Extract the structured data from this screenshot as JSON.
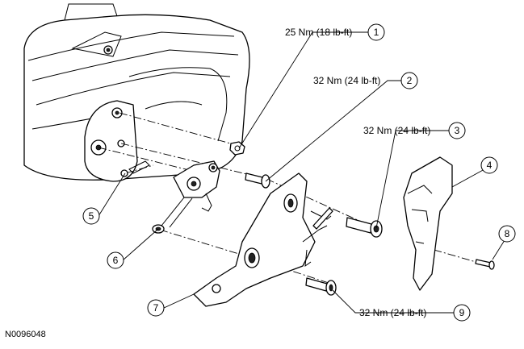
{
  "figure_id": "N0096048",
  "callouts": [
    {
      "num": "1",
      "torque": "25 Nm (18 lb-ft)"
    },
    {
      "num": "2",
      "torque": "32 Nm (24 lb-ft)"
    },
    {
      "num": "3",
      "torque": "32 Nm (24 lb-ft)"
    },
    {
      "num": "4",
      "torque": ""
    },
    {
      "num": "5",
      "torque": ""
    },
    {
      "num": "6",
      "torque": ""
    },
    {
      "num": "7",
      "torque": ""
    },
    {
      "num": "8",
      "torque": ""
    },
    {
      "num": "9",
      "torque": "32 Nm (24 lb-ft)"
    }
  ]
}
